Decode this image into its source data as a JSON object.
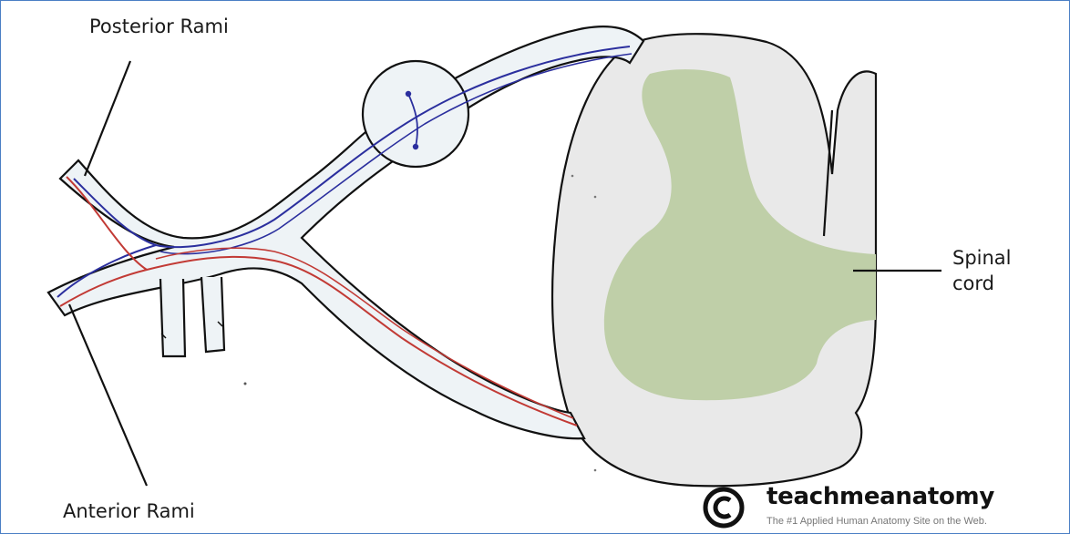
{
  "labels": {
    "posterior_rami": "Posterior Rami",
    "anterior_rami": "Anterior Rami",
    "spinal_cord_line1": "Spinal",
    "spinal_cord_line2": "cord"
  },
  "branding": {
    "name": "teachmeanatomy",
    "tagline": "The #1 Applied Human Anatomy Site on the Web.",
    "symbol": "©"
  },
  "colors": {
    "border": "#4a7ec4",
    "nerve_fill": "#eef3f6",
    "sensory_fibre": "#2b2f9e",
    "motor_fibre": "#c23a35",
    "grey_matter": "#bfcfa8",
    "white_matter": "#e9e9e9",
    "outline": "#111111"
  }
}
